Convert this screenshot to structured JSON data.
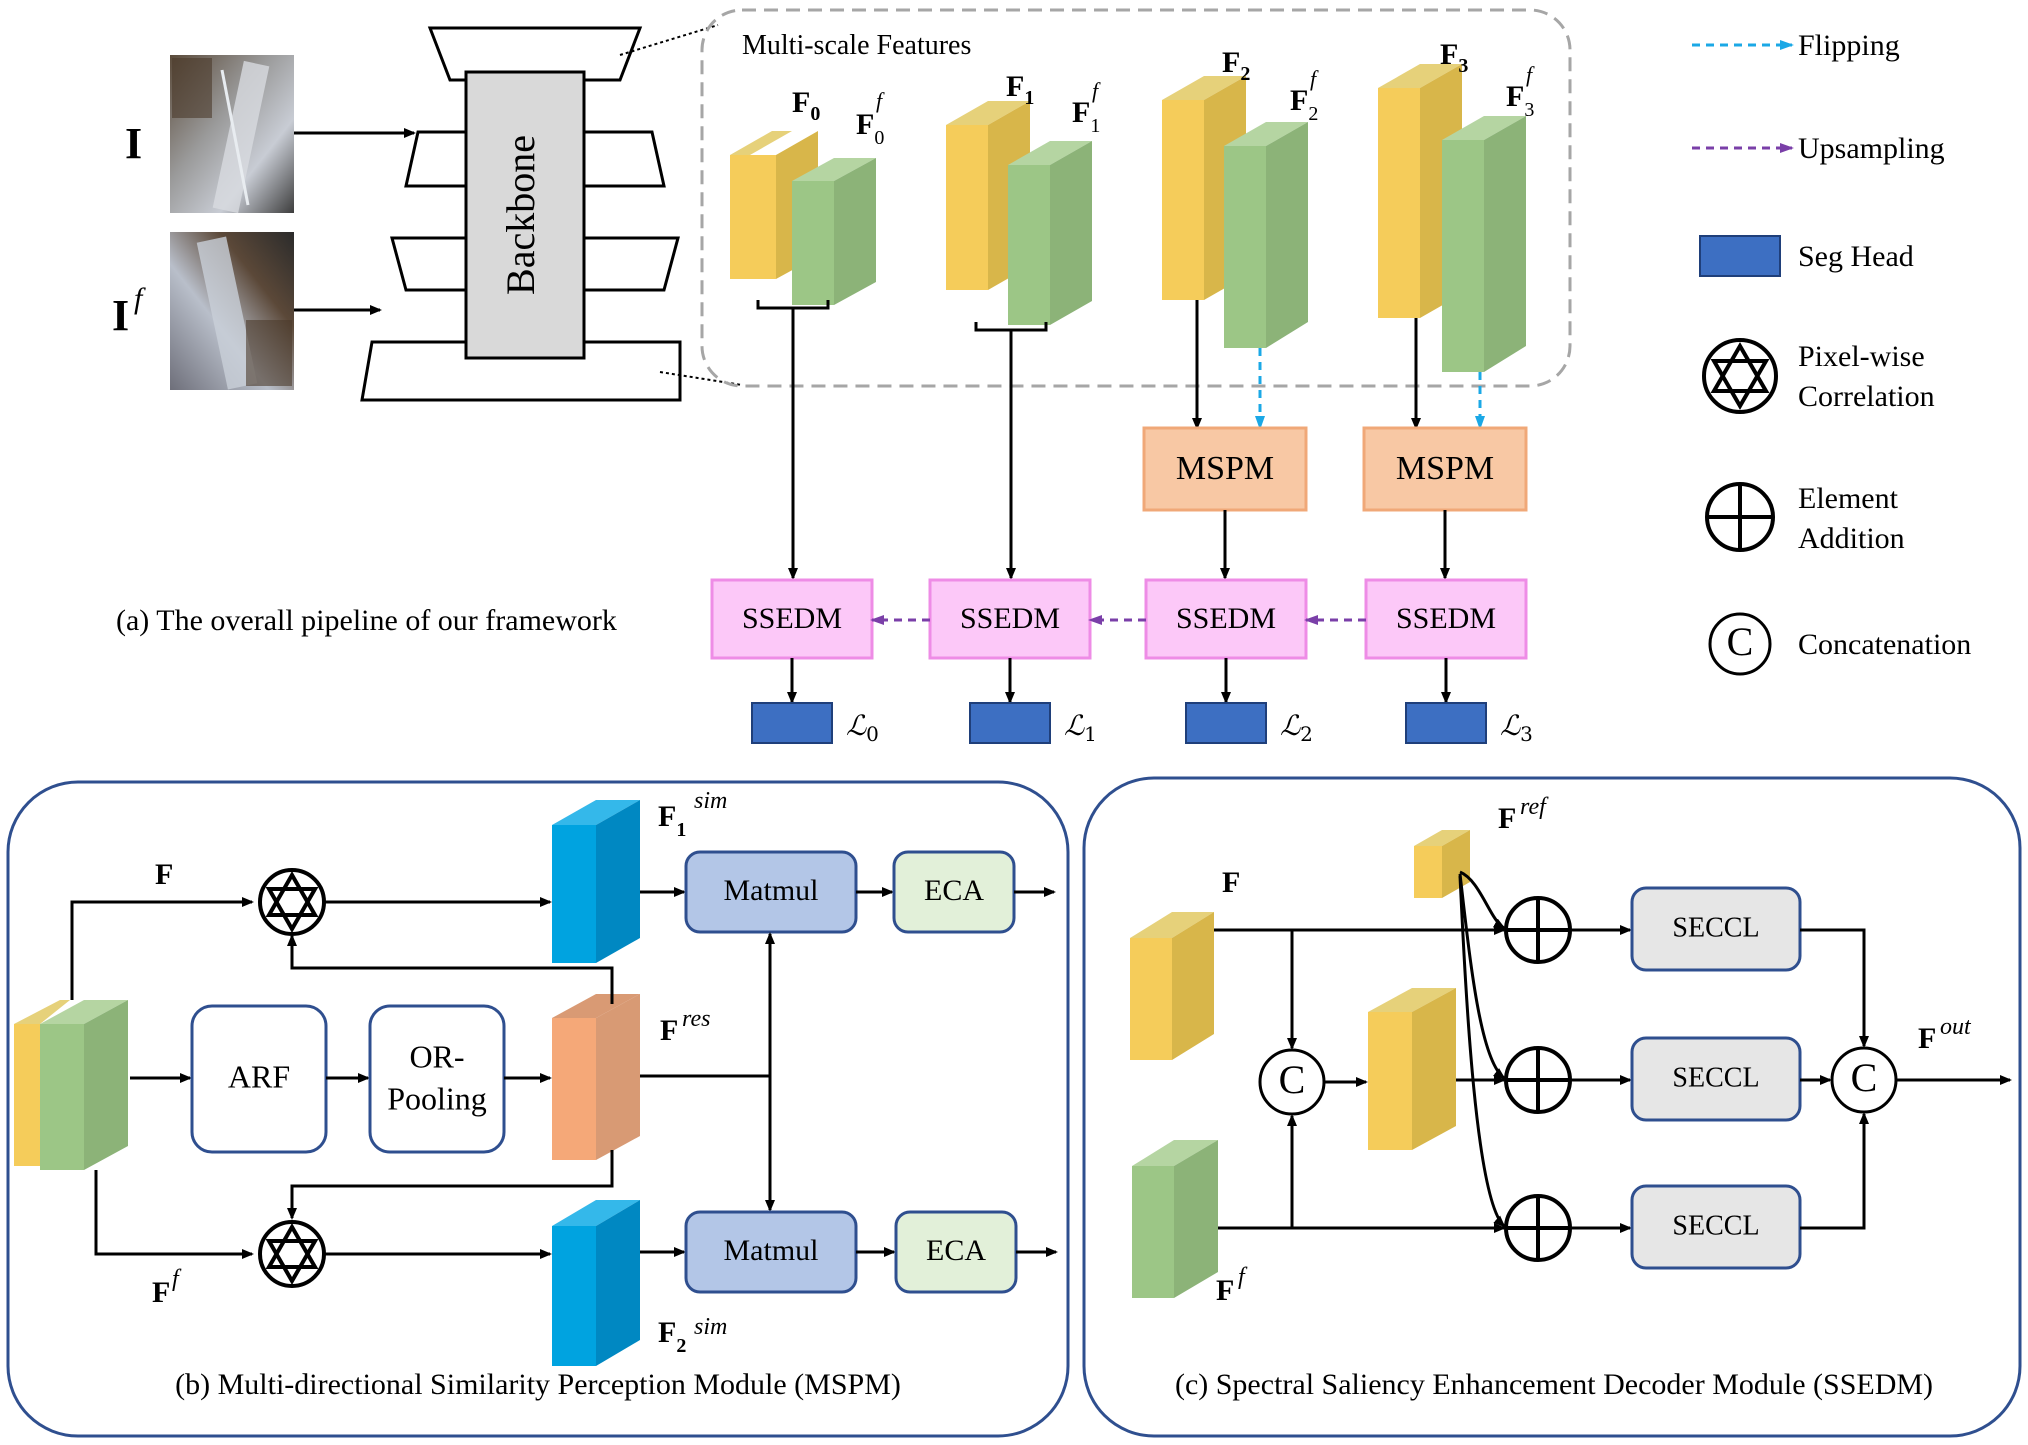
{
  "inputs": {
    "image_label": "I",
    "flipped_label": "I",
    "flipped_sup": "f"
  },
  "backbone": {
    "label": "Backbone"
  },
  "multiscale": {
    "title": "Multi-scale Features"
  },
  "features": {
    "f0": {
      "main": "F",
      "sub": "0"
    },
    "f0f": {
      "main": "F",
      "sub": "0",
      "sup": "f"
    },
    "f1": {
      "main": "F",
      "sub": "1"
    },
    "f1f": {
      "main": "F",
      "sub": "1",
      "sup": "f"
    },
    "f2": {
      "main": "F",
      "sub": "2"
    },
    "f2f": {
      "main": "F",
      "sub": "2",
      "sup": "f"
    },
    "f3": {
      "main": "F",
      "sub": "3"
    },
    "f3f": {
      "main": "F",
      "sub": "3",
      "sup": "f"
    }
  },
  "modules": {
    "mspm": "MSPM",
    "ssedm": "SSEDM"
  },
  "losses": [
    {
      "main": "ℒ",
      "sub": "0"
    },
    {
      "main": "ℒ",
      "sub": "1"
    },
    {
      "main": "ℒ",
      "sub": "2"
    },
    {
      "main": "ℒ",
      "sub": "3"
    }
  ],
  "captions": {
    "a": "(a) The overall pipeline of our framework",
    "b": "(b) Multi-directional Similarity Perception Module (MSPM)",
    "c": "(c) Spectral Saliency Enhancement Decoder Module (SSEDM)"
  },
  "legend": {
    "flipping": "Flipping",
    "upsampling": "Upsampling",
    "seg_head": "Seg Head",
    "pixel_corr_1": "Pixel-wise",
    "pixel_corr_2": "Correlation",
    "elem_add_1": "Element",
    "elem_add_2": "Addition",
    "concat": "Concatenation",
    "concat_symbol": "C"
  },
  "panel_b": {
    "f": "F",
    "ff_main": "F",
    "ff_sup": "f",
    "arf": "ARF",
    "orpool_1": "OR-",
    "orpool_2": "Pooling",
    "fres_main": "F",
    "fres_sup": "res",
    "fsim1_main": "F",
    "fsim1_sub": "1",
    "fsim1_sup": "sim",
    "fsim2_main": "F",
    "fsim2_sub": "2",
    "fsim2_sup": "sim",
    "matmul": "Matmul",
    "eca": "ECA"
  },
  "panel_c": {
    "f": "F",
    "ff_main": "F",
    "ff_sup": "f",
    "fref_main": "F",
    "fref_sup": "ref",
    "seccl": "SECCL",
    "concat_symbol": "C",
    "fout_main": "F",
    "fout_sup": "out"
  },
  "colors": {
    "yellow": "#f5cc5a",
    "green": "#9cc686",
    "flip_blue": "#1ba8e6",
    "upsample_purple": "#7a3fa8",
    "seg_head": "#3d6fc2",
    "mspm_fill": "#f8c8a4",
    "ssedm_fill": "#fcc8f8",
    "matmul_fill": "#b3c6e7",
    "eca_fill": "#e2f0d9",
    "seccl_fill": "#e6e6e6",
    "panel_border": "#2f4f8f",
    "sim_blue": "#00a3e0",
    "res_orange": "#e8a57c"
  }
}
